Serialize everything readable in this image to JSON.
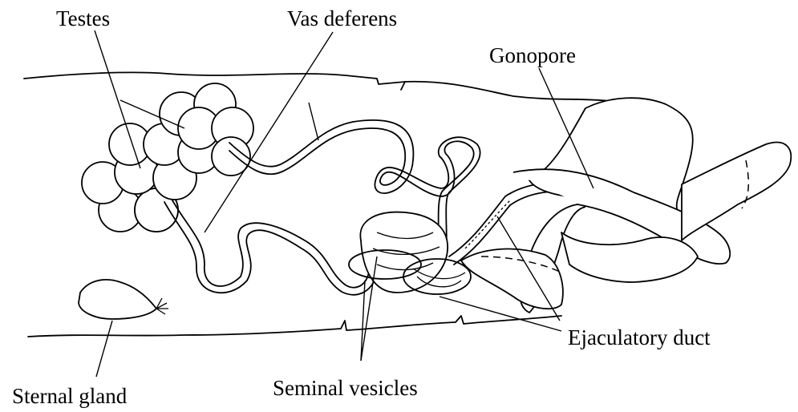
{
  "labels": {
    "testes": "Testes",
    "vas_deferens": "Vas deferens",
    "gonopore": "Gonopore",
    "ejaculatory_duct": "Ejaculatory duct",
    "seminal_vesicles": "Seminal vesicles",
    "sternal_gland": "Sternal gland"
  }
}
